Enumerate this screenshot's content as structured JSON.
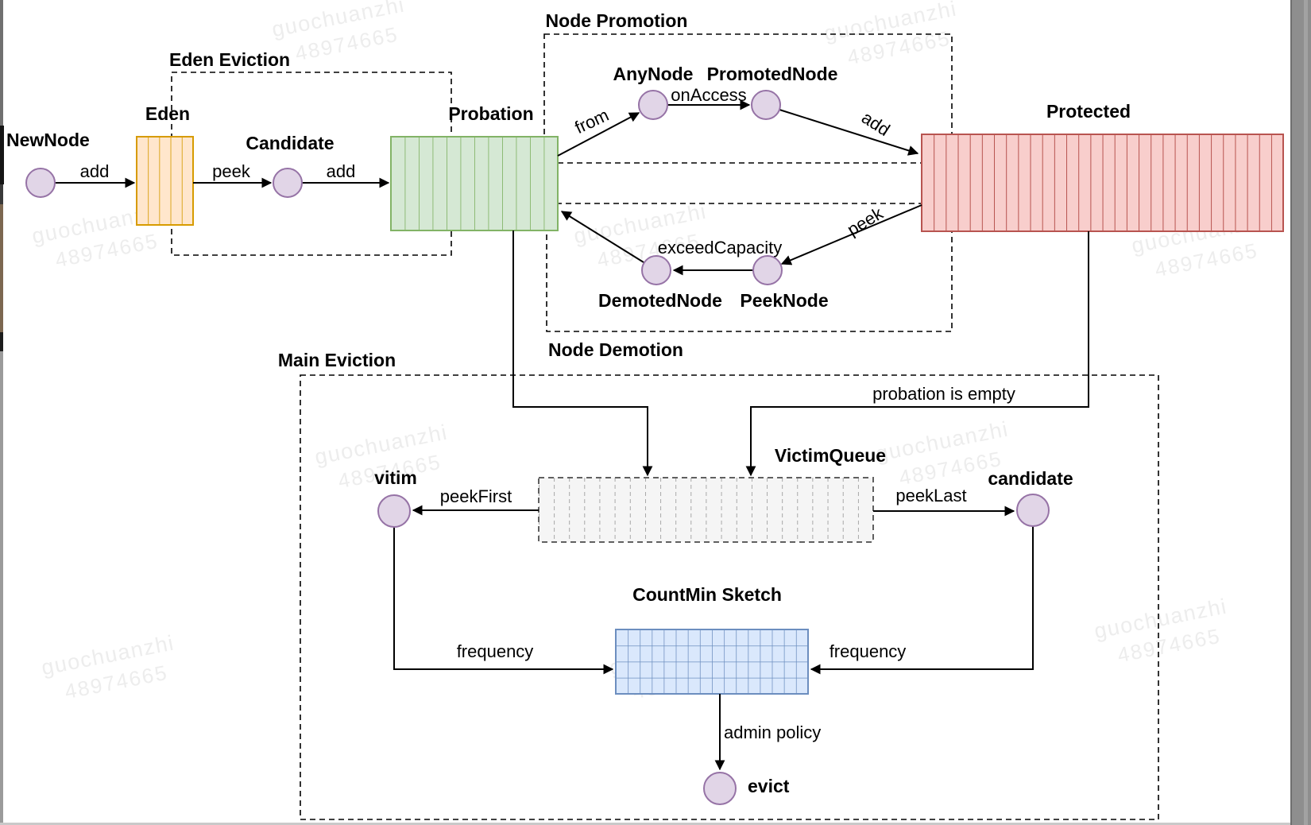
{
  "watermark": {
    "line1": "guochuanzhi",
    "line2": "48974665"
  },
  "colors": {
    "eden_fill": "#ffe6cc",
    "eden_stroke": "#d79b00",
    "probation_fill": "#d5e8d4",
    "probation_stroke": "#82b366",
    "protected_fill": "#f8cecc",
    "protected_stroke": "#b85450",
    "node_fill": "#e1d5e7",
    "node_stroke": "#9673a6",
    "countmin_fill": "#dae8fc",
    "countmin_stroke": "#6c8ebf",
    "victim_queue_fill": "#f5f5f5",
    "victim_queue_stroke": "#606060",
    "line": "#000000",
    "watermark_text": "#ededed"
  },
  "groups": {
    "eden_eviction": {
      "title": "Eden Eviction"
    },
    "node_promotion": {
      "title": "Node Promotion"
    },
    "node_demotion": {
      "title": "Node Demotion"
    },
    "main_eviction": {
      "title": "Main Eviction"
    }
  },
  "queues": {
    "eden": {
      "label": "Eden"
    },
    "probation": {
      "label": "Probation"
    },
    "protected": {
      "label": "Protected"
    },
    "victim_queue": {
      "label": "VictimQueue"
    },
    "countmin_sketch": {
      "label": "CountMin Sketch"
    }
  },
  "nodes": {
    "new_node": {
      "label": "NewNode"
    },
    "candidate": {
      "label": "Candidate"
    },
    "any_node": {
      "label": "AnyNode"
    },
    "promoted_node": {
      "label": "PromotedNode"
    },
    "demoted_node": {
      "label": "DemotedNode"
    },
    "peek_node": {
      "label": "PeekNode"
    },
    "vitim": {
      "label": "vitim"
    },
    "candidate_lower": {
      "label": "candidate"
    },
    "evict": {
      "label": "evict"
    }
  },
  "edges": {
    "add_new_to_eden": {
      "label": "add"
    },
    "peek_eden_to_candidate": {
      "label": "peek"
    },
    "add_candidate_to_probation": {
      "label": "add"
    },
    "from_probation_to_anynode": {
      "label": "from"
    },
    "on_access": {
      "label": "onAccess"
    },
    "add_promoted_to_protected": {
      "label": "add"
    },
    "peek_protected_to_peeknode": {
      "label": "peek"
    },
    "exceed_capacity": {
      "label": "exceedCapacity"
    },
    "probation_is_empty": {
      "label": "probation is empty"
    },
    "peek_first": {
      "label": "peekFirst"
    },
    "peek_last": {
      "label": "peekLast"
    },
    "frequency_left": {
      "label": "frequency"
    },
    "frequency_right": {
      "label": "frequency"
    },
    "admin_policy": {
      "label": "admin policy"
    }
  }
}
